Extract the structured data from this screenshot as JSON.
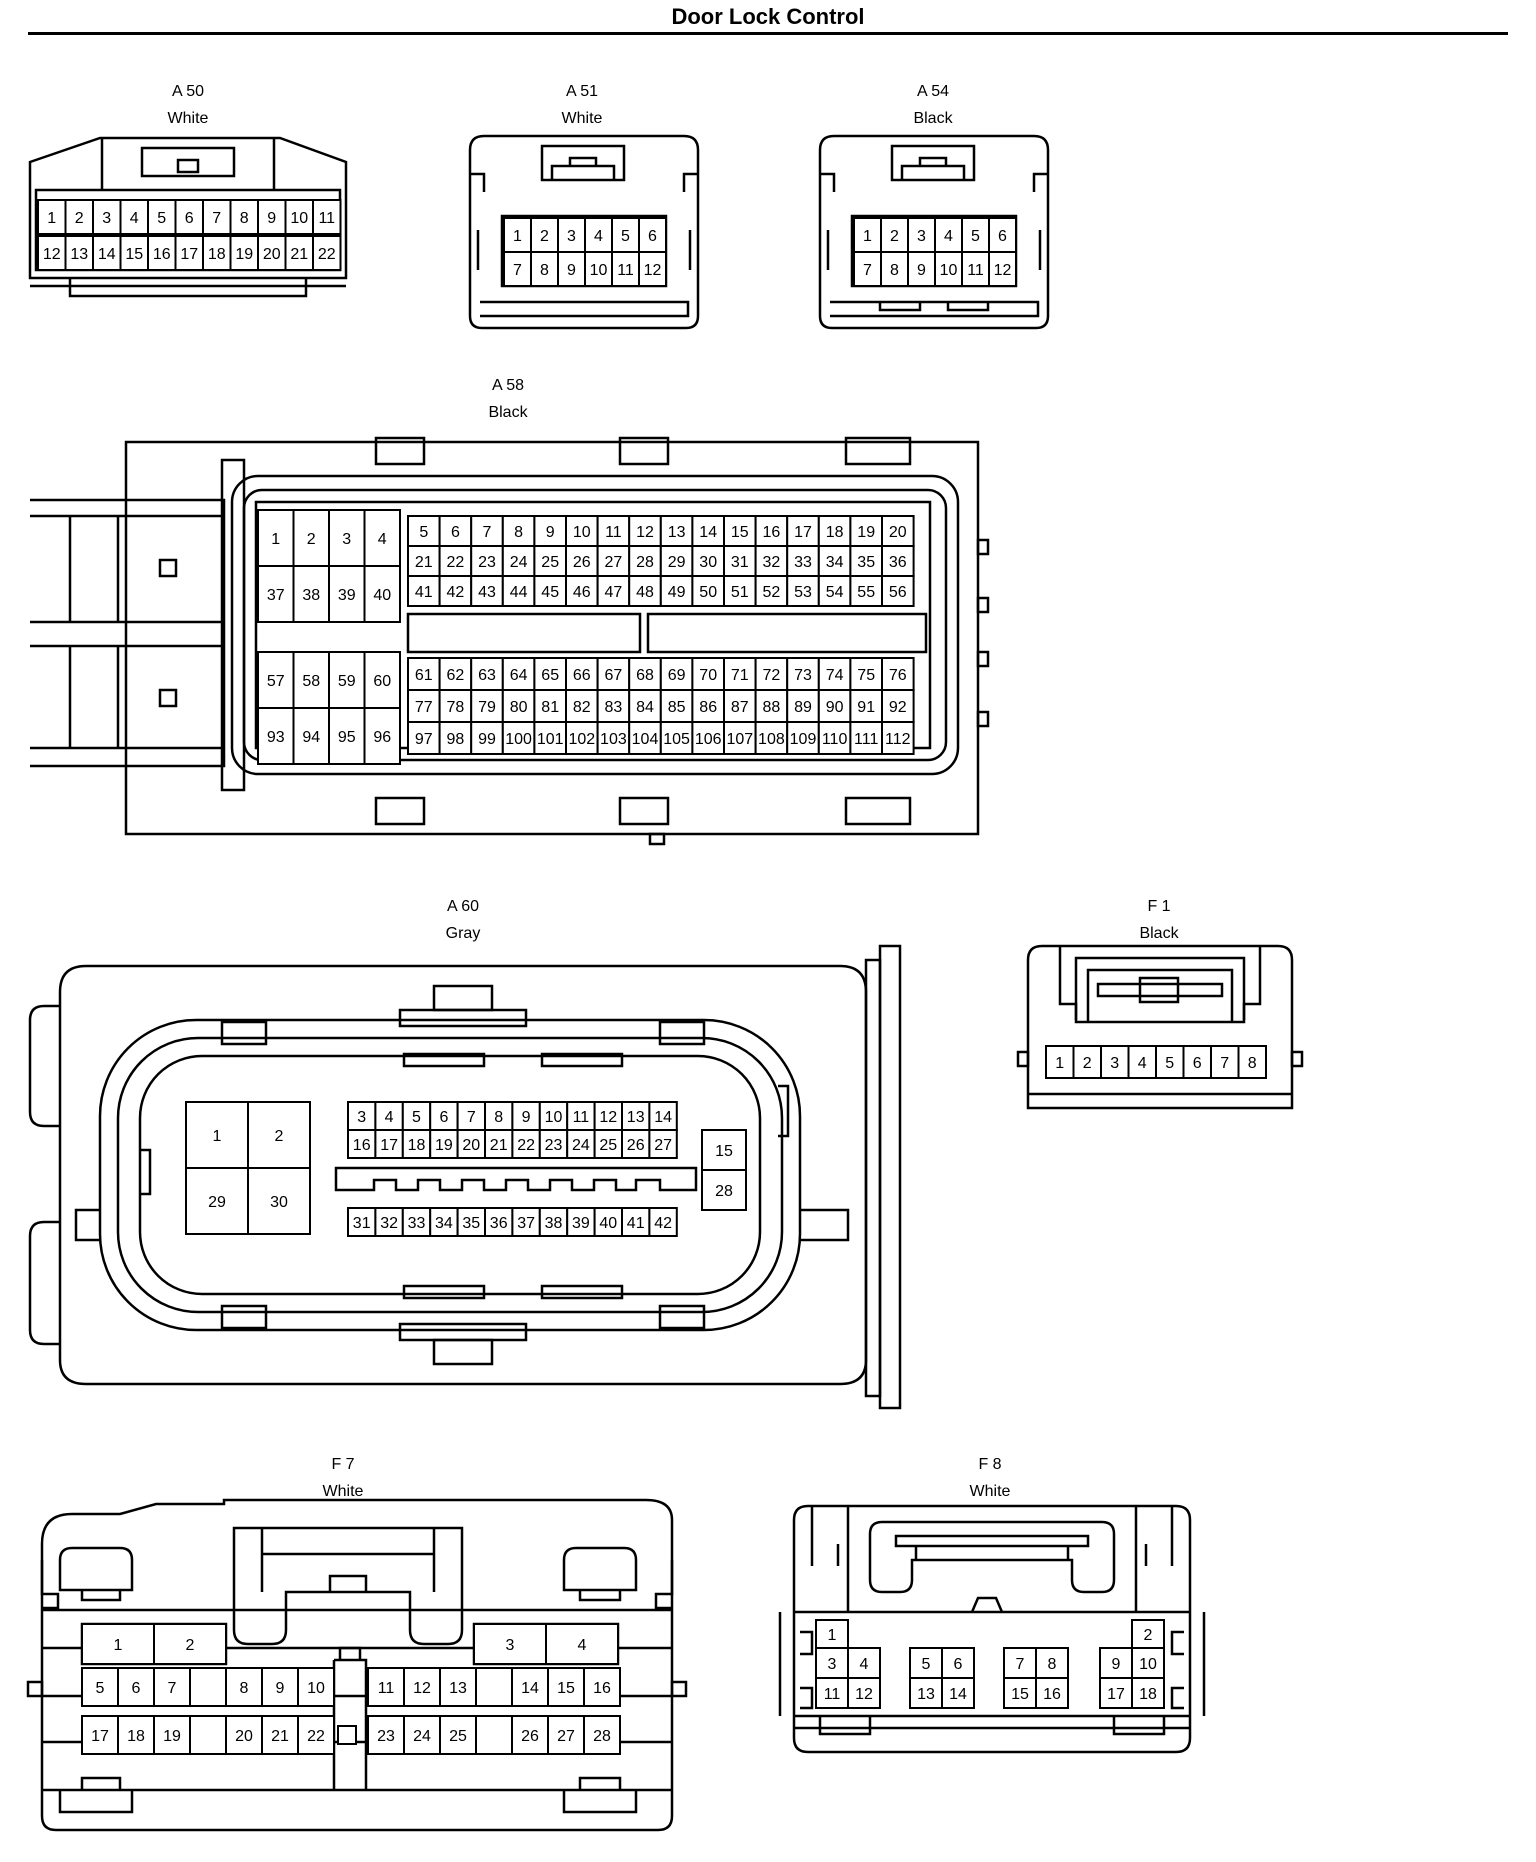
{
  "title": "Door Lock Control",
  "connectors": [
    {
      "id": "A 50",
      "color": "White"
    },
    {
      "id": "A 51",
      "color": "White"
    },
    {
      "id": "A 54",
      "color": "Black"
    },
    {
      "id": "A 58",
      "color": "Black"
    },
    {
      "id": "A 60",
      "color": "Gray"
    },
    {
      "id": "F 1",
      "color": "Black"
    },
    {
      "id": "F 7",
      "color": "White"
    },
    {
      "id": "F 8",
      "color": "White"
    }
  ]
}
